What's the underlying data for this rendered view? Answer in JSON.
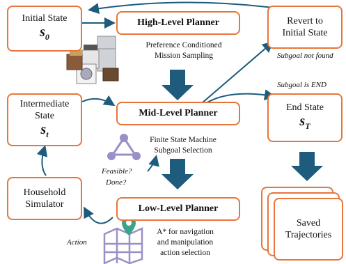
{
  "nodes": {
    "initial_state": {
      "label": "Initial State",
      "symbol": "s",
      "sub": "0"
    },
    "high_level": "High-Level Planner",
    "revert": {
      "line1": "Revert to",
      "line2": "Initial State"
    },
    "mid_level": "Mid-Level Planner",
    "end_state": {
      "label": "End State",
      "symbol": "s",
      "sub": "T"
    },
    "intermediate": {
      "line1": "Intermediate",
      "line2": "State",
      "symbol": "s",
      "sub": "t"
    },
    "simulator": {
      "line1": "Household",
      "line2": "Simulator"
    },
    "low_level": "Low-Level Planner",
    "saved": {
      "line1": "Saved",
      "line2": "Trajectories"
    }
  },
  "descriptions": {
    "high": [
      "Preference Conditioned",
      "Mission Sampling"
    ],
    "mid": [
      "Finite State Machine",
      "Subgoal Selection"
    ],
    "low": [
      "A* for navigation",
      "and manipulation",
      "action selection"
    ]
  },
  "edge_labels": {
    "subgoal_not_found": "Subgoal not found",
    "subgoal_is_end": "Subgoal is END",
    "feasible": "Feasible?",
    "done": "Done?",
    "action": "Action"
  },
  "colors": {
    "box_border": "#e8763a",
    "arrow": "#1e5b7c",
    "icon": "#9b8fc7"
  }
}
